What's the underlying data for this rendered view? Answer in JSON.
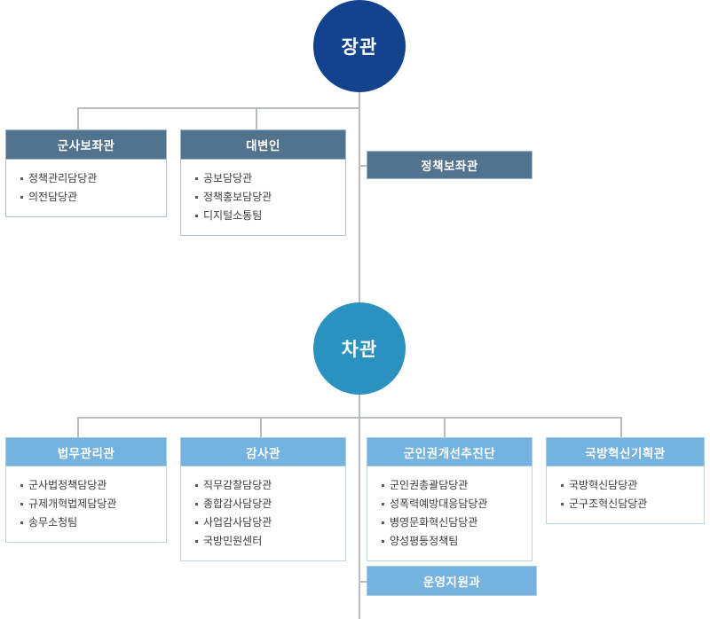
{
  "chart": {
    "title": "Ministry of National Defense organization chart",
    "colors": {
      "minister_circle": "#13438C",
      "vice_minister_circle": "#2B91BE",
      "slate_header": "#52738D",
      "lightblue_header": "#74B2E0",
      "connector_line": "#B9BCBE",
      "box_body": "#FFFFFF"
    }
  },
  "top": {
    "minister": {
      "label": "장관"
    }
  },
  "minister_units": [
    {
      "id": "military-aide",
      "label": "군사보좌관",
      "style": "slate",
      "items": [
        "정책관리담당관",
        "의전담당관"
      ]
    },
    {
      "id": "spokesperson",
      "label": "대변인",
      "style": "slate",
      "items": [
        "공보담당관",
        "정책홍보담당관",
        "디지털소통팀"
      ]
    }
  ],
  "minister_side": {
    "id": "policy-adviser",
    "label": "정책보좌관",
    "style": "slate",
    "items": []
  },
  "middle": {
    "vice_minister": {
      "label": "차관"
    }
  },
  "vice_minister_units": [
    {
      "id": "legal-affairs",
      "label": "법무관리관",
      "style": "lightblue",
      "items": [
        "군사법정책담당관",
        "규제개혁법제담당관",
        "송무소청팀"
      ]
    },
    {
      "id": "inspector",
      "label": "감사관",
      "style": "lightblue",
      "items": [
        "직무감찰담당관",
        "종합감사담당관",
        "사업감사담당관",
        "국방민원센터"
      ]
    },
    {
      "id": "human-rights",
      "label": "군인권개선추진단",
      "style": "lightblue",
      "items": [
        "군인권총괄담당관",
        "성폭력예방대응담당관",
        "병영문화혁신담당관",
        "양성평등정책팀"
      ]
    },
    {
      "id": "defense-innovation",
      "label": "국방혁신기획관",
      "style": "lightblue",
      "items": [
        "국방혁신담당관",
        "군구조혁신담당관"
      ]
    }
  ],
  "bottom_side": {
    "id": "operations-support",
    "label": "운영지원과",
    "style": "lightblue",
    "items": []
  }
}
